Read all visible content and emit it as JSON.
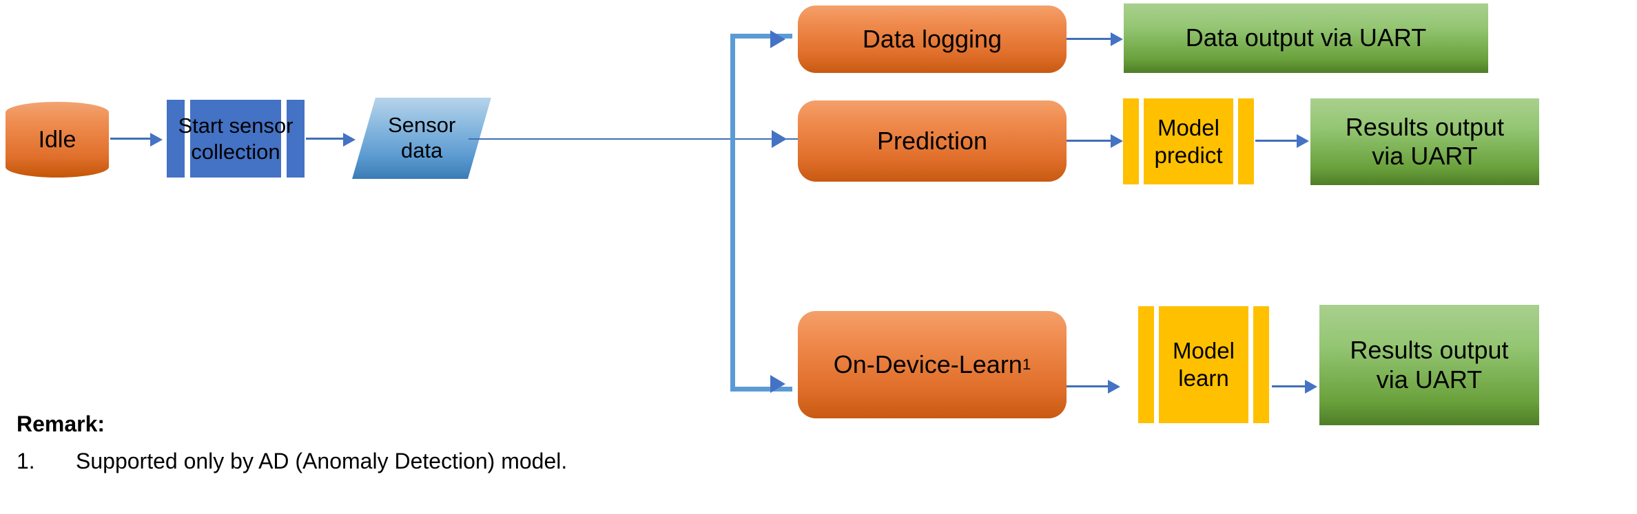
{
  "diagram": {
    "title": "Sensor data processing flowchart",
    "colors": {
      "orange_process": "#e1702c",
      "green_terminator": "#70ad47",
      "blue_predefined": "#4472c4",
      "yellow_predefined": "#ffc000",
      "parallelogram_blue": "#5c9bd1",
      "connector_blue": "#4472c4",
      "branch_blue": "#5b9bd5"
    },
    "nodes": {
      "idle": {
        "label": "Idle",
        "shape": "cylinder"
      },
      "start_sensor_collection": {
        "label": "Start  sensor\ncollection",
        "shape": "predefined-process"
      },
      "sensor_data": {
        "label": "Sensor\ndata",
        "shape": "parallelogram"
      },
      "data_logging": {
        "label": "Data logging",
        "shape": "rounded-rectangle"
      },
      "data_output_uart": {
        "label": "Data output via UART",
        "shape": "rectangle"
      },
      "prediction": {
        "label": "Prediction",
        "shape": "rounded-rectangle"
      },
      "model_predict": {
        "label": "Model\npredict",
        "shape": "predefined-process"
      },
      "results_output_uart_predict": {
        "label": "Results output\nvia UART",
        "shape": "rectangle"
      },
      "on_device_learn": {
        "label": "On-Device-Learn",
        "footnote": "1",
        "shape": "rounded-rectangle"
      },
      "model_learn": {
        "label": "Model\nlearn",
        "shape": "predefined-process"
      },
      "results_output_uart_learn": {
        "label": "Results output\nvia UART",
        "shape": "rectangle"
      }
    },
    "edges": [
      {
        "from": "idle",
        "to": "start_sensor_collection"
      },
      {
        "from": "start_sensor_collection",
        "to": "sensor_data"
      },
      {
        "from": "sensor_data",
        "to": "data_logging"
      },
      {
        "from": "sensor_data",
        "to": "prediction"
      },
      {
        "from": "sensor_data",
        "to": "on_device_learn"
      },
      {
        "from": "data_logging",
        "to": "data_output_uart"
      },
      {
        "from": "prediction",
        "to": "model_predict"
      },
      {
        "from": "model_predict",
        "to": "results_output_uart_predict"
      },
      {
        "from": "on_device_learn",
        "to": "model_learn"
      },
      {
        "from": "model_learn",
        "to": "results_output_uart_learn"
      }
    ],
    "remark": {
      "heading": "Remark:",
      "items": [
        {
          "number": "1.",
          "text": "Supported only by AD (Anomaly Detection) model."
        }
      ]
    }
  }
}
